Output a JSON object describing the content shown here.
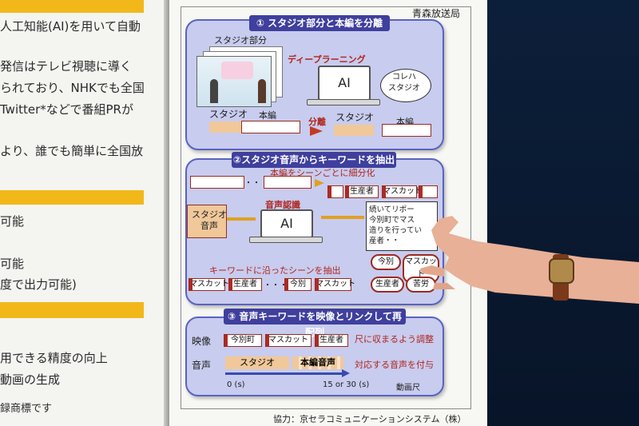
{
  "left_board": {
    "lines": [
      "人工知能(AI)を用いて自動",
      "発信はテレビ視聴に導く",
      "られており、NHKでも全国",
      "Twitter*などで番組PRが",
      "より、誰でも簡単に全国放",
      "可能",
      "可能",
      "度で出力可能)",
      "用できる精度の向上",
      "動画の生成",
      "録商標です"
    ]
  },
  "header": {
    "org": "青森放送局"
  },
  "section1": {
    "title": "① スタジオ部分と本編を分離",
    "studio_part_label": "スタジオ部分",
    "deep_learning_label": "ディープラーニング",
    "ai_label": "AI",
    "bubble_text": "コレハ\nスタジオ",
    "studio_label": "スタジオ",
    "main_label": "本編",
    "separate_label": "分離",
    "studio_label_2": "スタジオ",
    "main_label_2": "本編"
  },
  "section2": {
    "title": "②スタジオ音声からキーワードを抽出",
    "subdivide_label": "本編をシーンごとに細分化",
    "dots": "・・・",
    "segments_top": [
      "生産者",
      "マスカット"
    ],
    "speech_recognition_label": "音声認識",
    "ai_label": "AI",
    "studio_audio_label": "スタジオ\n音声",
    "transcript": "続いてリポー\n今別町でマス\n造りを行ってい\n産者・・",
    "keywords": [
      "今別",
      "マスカット",
      "生産者",
      "苦労"
    ],
    "extract_label": "キーワードに沿ったシーンを抽出",
    "segments_bottom": [
      "マスカット",
      "生産者",
      "今別",
      "マスカット"
    ],
    "dots_bottom": "・・・"
  },
  "section3": {
    "title": "③ 音声キーワードを映像とリンクして再配列",
    "video_label": "映像",
    "audio_label": "音声",
    "video_segments": [
      "今別町",
      "マスカット",
      "生産者"
    ],
    "fit_label": "尺に収まるよう調整",
    "audio_studio": "スタジオ",
    "audio_main": "本編音声",
    "assign_label": "対応する音声を付与",
    "t0": "0 (s)",
    "t1": "15 or 30 (s)",
    "scale_label": "動画尺"
  },
  "footer": {
    "credit": "協力：京セラコミュニケーションシステム（株）"
  },
  "colors": {
    "accent_yellow": "#f2b81a",
    "panel_blue": "#c8ccee",
    "title_navy": "#3f3f9e",
    "box_red": "#9b2a22"
  }
}
